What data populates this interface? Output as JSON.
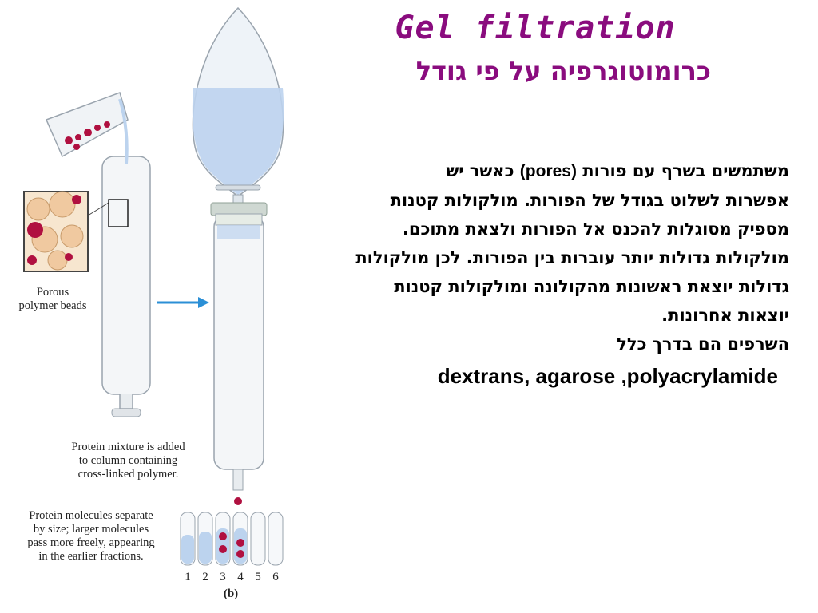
{
  "title": "Gel filtration",
  "subtitle": "כרומוטוגרפיה על פי גודל",
  "body": {
    "line1_he": "משתמשים בשרף עם פורות",
    "line1_en": "(pores)",
    "line1_he2": "כאשר יש",
    "line2": "אפשרות לשלוט בגודל של הפורות. מולקולות קטנות",
    "line3": "מספיק מסוגלות להכנס אל הפורות ולצאת מתוכם.",
    "line4": "מולקולות גדולות יותר עוברות בין הפורות. לכן מולקולות",
    "line5": "גדולות יוצאת ראשונות מהקולונה ומולקולות קטנות",
    "line6": "יוצאות אחרונות.",
    "line7": "השרפים הם בדרך כלל",
    "line8": "dextrans, agarose ,polyacrylamide"
  },
  "figure": {
    "caption_beads": [
      "Porous",
      "polymer beads"
    ],
    "caption_mixture": [
      "Protein mixture is added",
      "to column containing",
      "cross-linked polymer."
    ],
    "caption_separate": [
      "Protein molecules separate",
      "by size;  larger molecules",
      "pass more freely, appearing",
      "in the earlier fractions."
    ],
    "tube_numbers": [
      "1",
      "2",
      "3",
      "4",
      "5",
      "6"
    ],
    "panel_label": "(b)"
  },
  "colors": {
    "title": "#8a0c7e",
    "bead": "#f0c9a0",
    "protein": "#b01040",
    "buffer": "#bcd3ee",
    "arrow": "#2b8fd6"
  }
}
